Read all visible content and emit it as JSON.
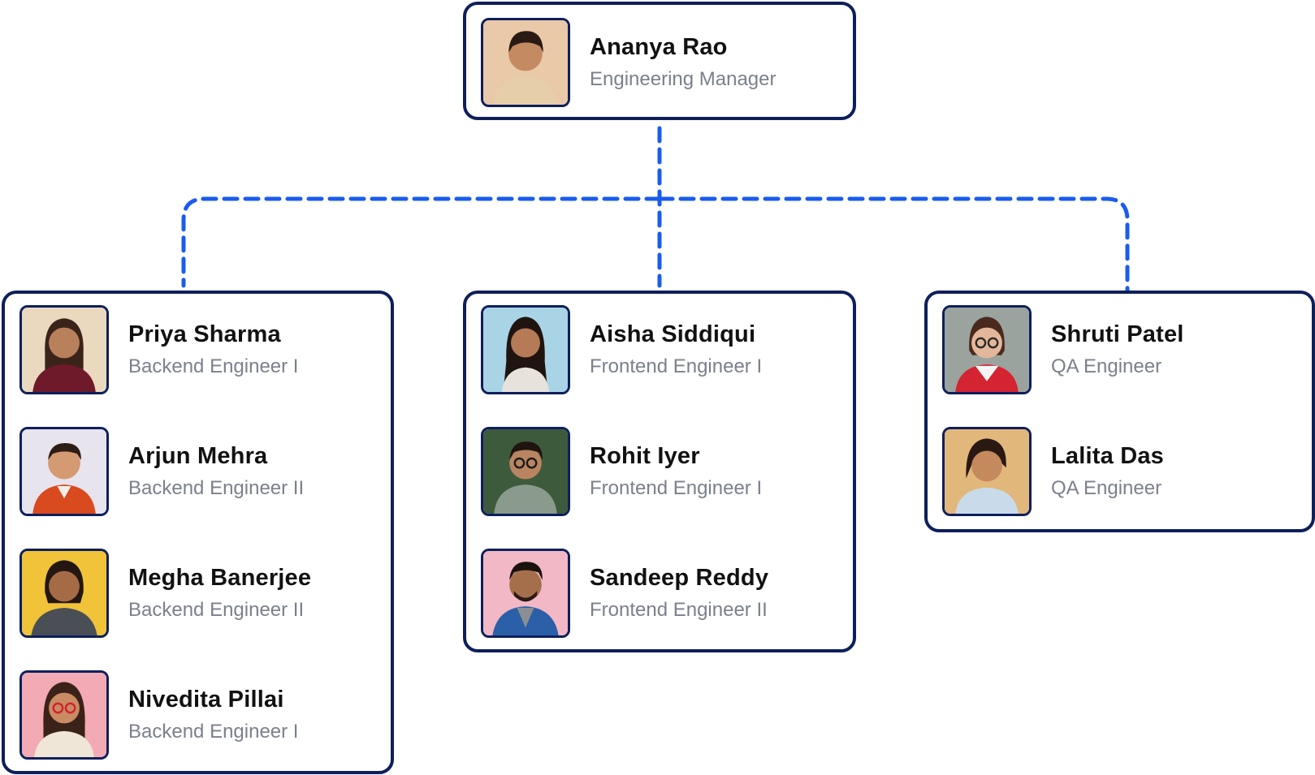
{
  "colors": {
    "card_border": "#0e1f5b",
    "connector": "#1a5cf0",
    "name_text": "#111111",
    "role_text": "#7b808c"
  },
  "manager": {
    "name": "Ananya Rao",
    "role": "Engineering Manager",
    "avatar_bg": "#e9c9a8"
  },
  "teams": [
    {
      "members": [
        {
          "name": "Priya Sharma",
          "role": "Backend Engineer I",
          "avatar_bg": "#ead9bf"
        },
        {
          "name": "Arjun Mehra",
          "role": "Backend Engineer II",
          "avatar_bg": "#e8e4ee"
        },
        {
          "name": "Megha Banerjee",
          "role": "Backend Engineer II",
          "avatar_bg": "#f0c338"
        },
        {
          "name": "Nivedita Pillai",
          "role": "Backend Engineer I",
          "avatar_bg": "#f2aab4"
        }
      ]
    },
    {
      "members": [
        {
          "name": "Aisha Siddiqui",
          "role": "Frontend Engineer I",
          "avatar_bg": "#a9d4e6"
        },
        {
          "name": "Rohit Iyer",
          "role": "Frontend Engineer I",
          "avatar_bg": "#3d5b3c"
        },
        {
          "name": "Sandeep Reddy",
          "role": "Frontend Engineer II",
          "avatar_bg": "#f2b8c6"
        }
      ]
    },
    {
      "members": [
        {
          "name": "Shruti Patel",
          "role": "QA Engineer",
          "avatar_bg": "#9aa39d"
        },
        {
          "name": "Lalita Das",
          "role": "QA Engineer",
          "avatar_bg": "#e2b77b"
        }
      ]
    }
  ]
}
